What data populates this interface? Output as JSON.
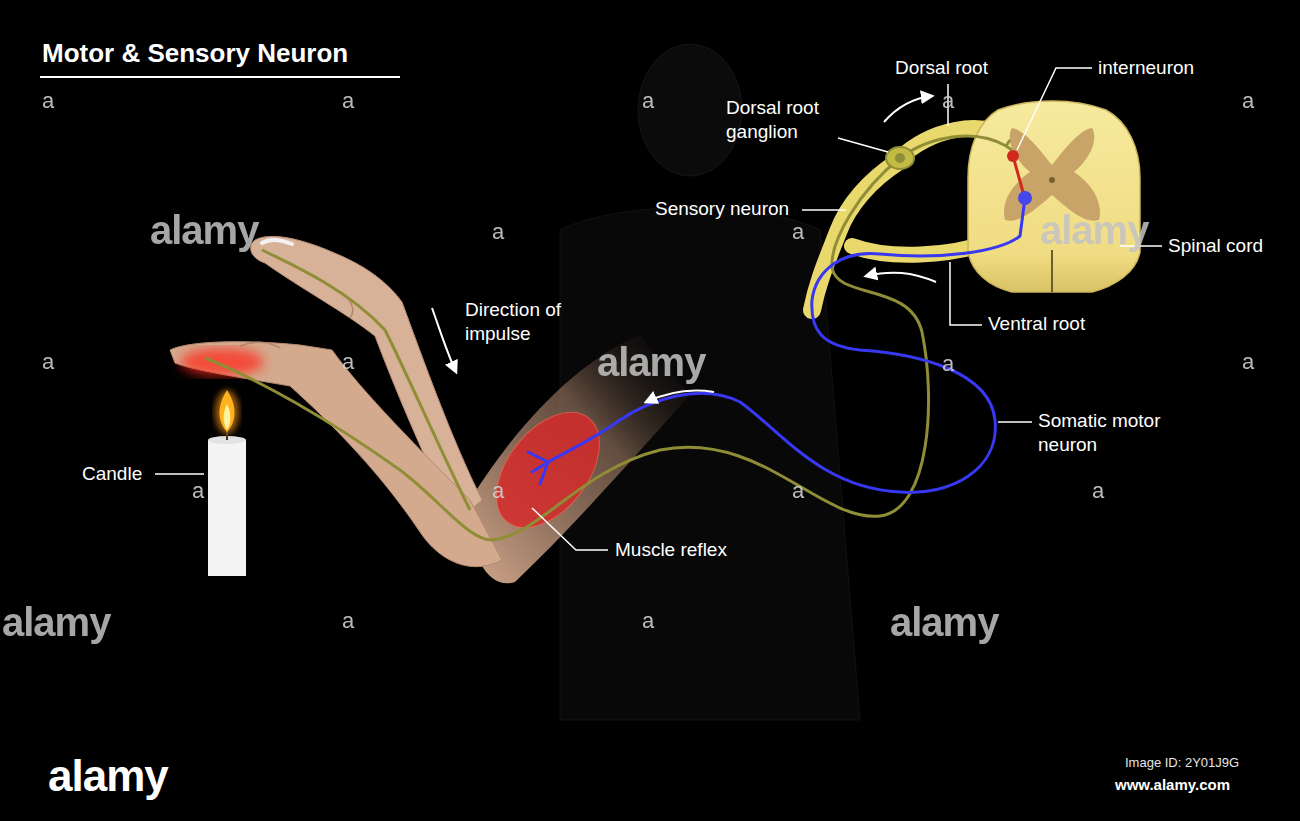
{
  "diagram": {
    "title": "Motor & Sensory Neuron",
    "labels": [
      "Dorsal root",
      "interneuron",
      "Dorsal root ganglion",
      "Sensory neuron",
      "Spinal cord",
      "Direction of impulse",
      "Ventral root",
      "Somatic motor neuron",
      "Candle",
      "Muscle reflex",
      "alamy",
      "alamy",
      "alamy",
      "alamy",
      "alamy",
      "a",
      "a",
      "a",
      "a",
      "a",
      "a",
      "a",
      "a",
      "a",
      "a",
      "a",
      "a",
      "a",
      "a",
      "a",
      "a",
      "a",
      "alamy",
      "Image ID: 2Y01J9G",
      "www.alamy.com"
    ]
  }
}
